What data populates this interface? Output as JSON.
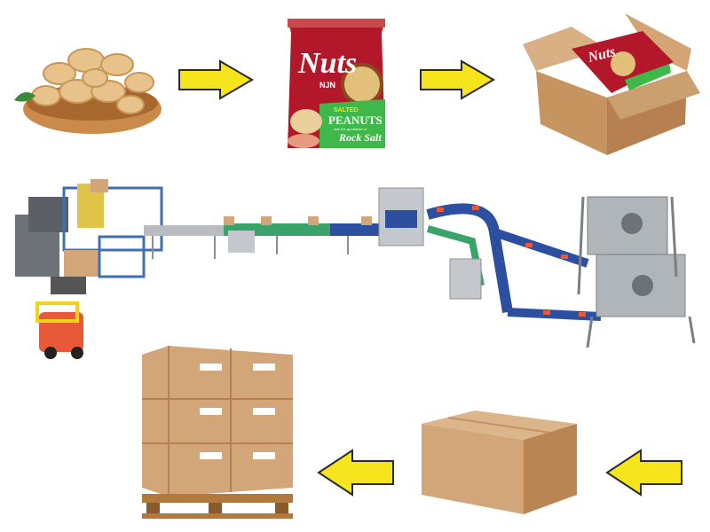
{
  "steps": [
    {
      "name": "raw-nuts"
    },
    {
      "name": "bagged-product"
    },
    {
      "name": "bag-in-carton"
    },
    {
      "name": "production-line"
    },
    {
      "name": "sealed-carton"
    },
    {
      "name": "palletized-cartons"
    }
  ],
  "bag": {
    "brand": "Nuts",
    "sub_brand": "NJN",
    "tag_top": "SALTED",
    "tag_main": "PEANUTS",
    "tag_small": "with the goodness of",
    "tag_bottom": "Rock Salt"
  },
  "colors": {
    "arrow": "#f6e41c",
    "arrow_outline": "#2a2a2a",
    "bag_red": "#b3182a",
    "bag_green": "#3fb84a",
    "cardboard": "#d2a679",
    "conveyor_blue": "#2d4fa0",
    "machine_grey": "#9ea3a8"
  },
  "arrows": [
    {
      "direction": "right"
    },
    {
      "direction": "right"
    },
    {
      "direction": "left"
    },
    {
      "direction": "left"
    }
  ]
}
